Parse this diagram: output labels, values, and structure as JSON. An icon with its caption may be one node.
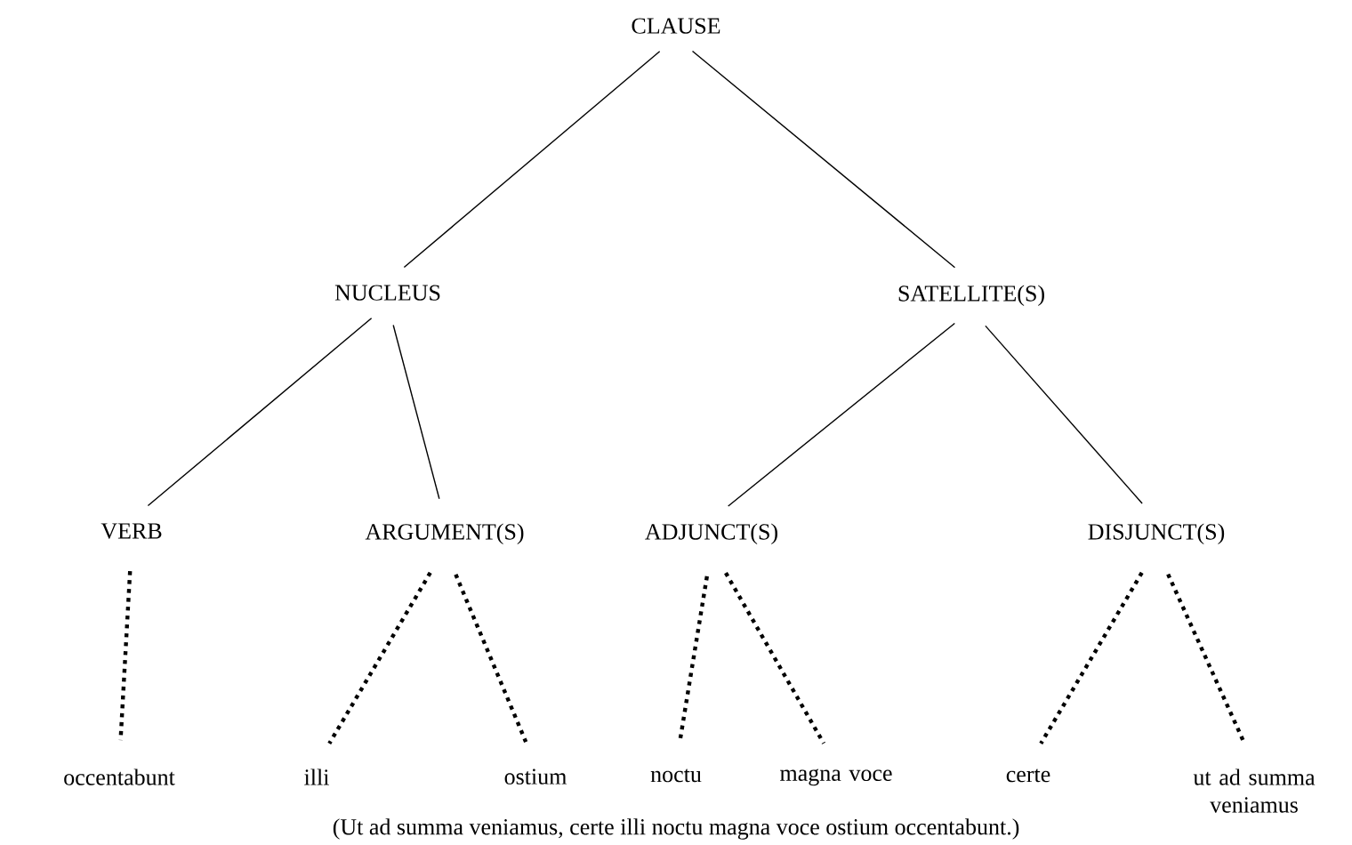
{
  "diagram": {
    "caption": "(Ut ad summa veniamus, certe illi noctu magna voce ostium occentabunt.)",
    "nodes": [
      {
        "text": [
          "CLAUSE"
        ]
      },
      {
        "text": [
          "NUCLEUS"
        ]
      },
      {
        "text": [
          "SATELLITE(S)"
        ]
      },
      {
        "text": [
          "VERB"
        ]
      },
      {
        "text": [
          "ARGUMENT(S)"
        ]
      },
      {
        "text": [
          "ADJUNCT(S)"
        ]
      },
      {
        "text": [
          "DISJUNCT(S)"
        ]
      },
      {
        "text": [
          "occentabunt"
        ]
      },
      {
        "text": [
          "illi"
        ]
      },
      {
        "text": [
          "ostium"
        ]
      },
      {
        "text": [
          "noctu"
        ]
      },
      {
        "text": [
          "magna voce"
        ]
      },
      {
        "text": [
          "certe"
        ]
      },
      {
        "text": [
          "ut ad summa veniamus"
        ]
      }
    ],
    "edges": [
      {
        "from": 0,
        "to": 1,
        "arrow": "none"
      },
      {
        "from": 0,
        "to": 2,
        "arrow": "none"
      },
      {
        "from": 1,
        "to": 3,
        "arrow": "none"
      },
      {
        "from": 1,
        "to": 4,
        "arrow": "none"
      },
      {
        "from": 2,
        "to": 5,
        "arrow": "none"
      },
      {
        "from": 2,
        "to": 6,
        "arrow": "none"
      },
      {
        "from": 3,
        "to": 7,
        "arrow": "none",
        "style": "dashed"
      },
      {
        "from": 4,
        "to": 8,
        "arrow": "none",
        "style": "dashed"
      },
      {
        "from": 4,
        "to": 9,
        "arrow": "none",
        "style": "dashed"
      },
      {
        "from": 5,
        "to": 10,
        "arrow": "none",
        "style": "dashed"
      },
      {
        "from": 5,
        "to": 11,
        "arrow": "none",
        "style": "dashed"
      },
      {
        "from": 6,
        "to": 12,
        "arrow": "none",
        "style": "dashed"
      },
      {
        "from": 6,
        "to": 13,
        "arrow": "none",
        "style": "dashed"
      }
    ]
  }
}
